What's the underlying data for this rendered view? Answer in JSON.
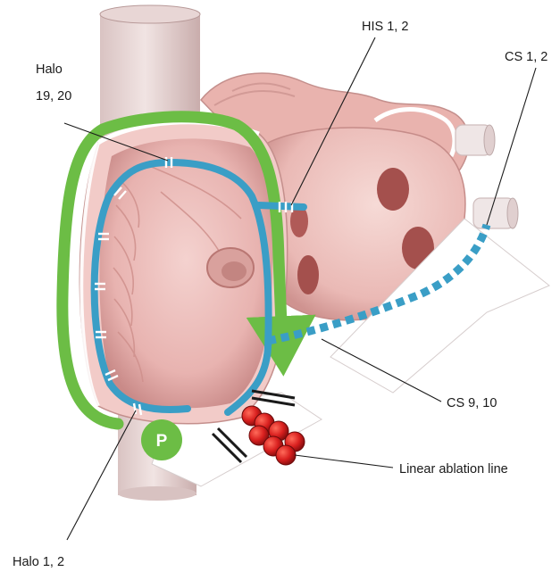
{
  "labels": {
    "halo_19_20_line1": "Halo",
    "halo_19_20_line2": "19, 20",
    "his": "HIS 1, 2",
    "cs_1_2": "CS 1, 2",
    "cs_9_10": "CS 9, 10",
    "linear_ablation": "Linear ablation line",
    "halo_1_2": "Halo 1, 2",
    "pacing": "P"
  },
  "colors": {
    "activation_arrow": "#6cbd45",
    "catheter": "#3a9ec6",
    "ablation_lesion": "#d9201f",
    "tissue": "#f2cbc8",
    "tissue_dark": "#c98a88"
  },
  "icons": {
    "pacing_marker": "circle-letter-p",
    "ablation_lesion": "red-sphere-cluster"
  }
}
